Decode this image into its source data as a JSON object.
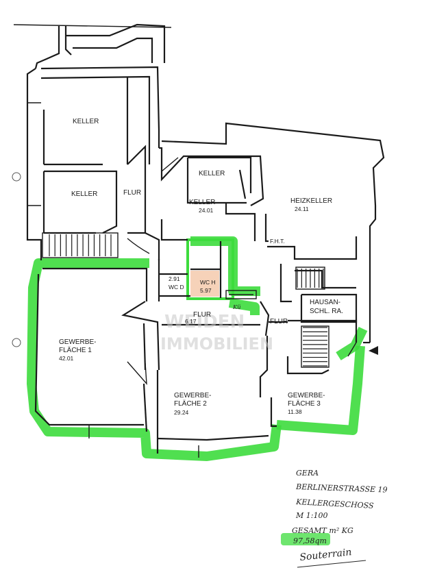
{
  "rooms": {
    "keller_top_left": "KELLER",
    "keller_mid_left": "KELLER",
    "flur_left": "FLUR",
    "keller_center_top": "KELLER",
    "keller_center": "KELLER",
    "keller_center_area": "24.01",
    "heizkeller": "HEIZKELLER",
    "heizkeller_area": "24.11",
    "wc_d": "WC D",
    "wc_d_area": "2.91",
    "wc_h": "WC H",
    "wc_h_area": "5.97",
    "kue": "Kü",
    "flur_center": "FLUR",
    "flur_center_area": "6.17",
    "hausanschluss_1": "HAUSAN-",
    "hausanschluss_2": "SCHL. RA.",
    "flur_right": "FLUR",
    "fht": "F.H.T.",
    "gewerbe1_1": "GEWERBE-",
    "gewerbe1_2": "FLÄCHE 1",
    "gewerbe1_area": "42.01",
    "gewerbe2_1": "GEWERBE-",
    "gewerbe2_2": "FLÄCHE 2",
    "gewerbe2_area": "29.24",
    "gewerbe3_1": "GEWERBE-",
    "gewerbe3_2": "FLÄCHE 3",
    "gewerbe3_area": "11.38"
  },
  "watermark": {
    "line1": "WEIDEN",
    "line2": "IMMOBILIEN"
  },
  "notes": {
    "city": "GERA",
    "street": "BERLINERSTRASSE 19",
    "floor": "KELLERGESCHOSS",
    "scale": "M 1:100",
    "total_label": "GESAMT m² KG",
    "total_value": "97,58qm",
    "souterrain": "Souterrain"
  },
  "colors": {
    "highlight": "#3ddc3d",
    "wc_fill": "#f4c7a8",
    "wc_border": "#3ddc3d"
  }
}
